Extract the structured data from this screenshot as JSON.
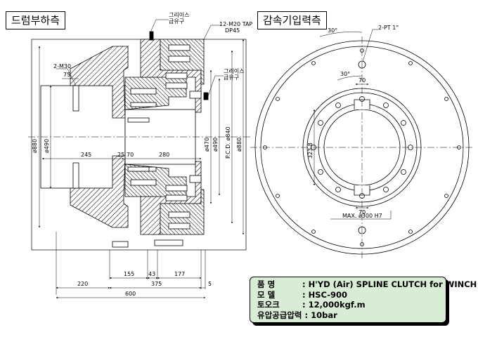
{
  "headers": {
    "left": "드럼부하측",
    "right": "감속기입력측"
  },
  "left_view": {
    "grease_top": [
      "그리이스",
      "급유구"
    ],
    "grease_mid": [
      "그리이스",
      "급유구"
    ],
    "tap_label": "12-M20 TAP",
    "dp_label": "DP45",
    "m30_label": "2-M30",
    "dim_75": "75",
    "dia_880_left": "ø880",
    "dia_490_left": "ø490",
    "dim_245": "245",
    "dim_25": "25",
    "dim_70": "70",
    "dim_280": "280",
    "dia_470": "ø470",
    "dia_490_right": "ø490",
    "pcd_label": "P.C.D. ø840",
    "dia_880_right": "ø880",
    "dim_155": "155",
    "dim_43": "43",
    "dim_177": "177",
    "dim_220": "220",
    "dim_375": "375",
    "dim_5": "5",
    "dim_600": "600"
  },
  "right_view": {
    "pt_label": "2-PT 1\"",
    "angle_outer": "30°",
    "angle_inner": "30°",
    "dim_70_top": "70",
    "dim_70_bottom": "70",
    "dim_323": "323.8",
    "bore_label": "MAX. ø300 H7"
  },
  "spec": {
    "rows": [
      {
        "key": "품   명",
        "value": "H'YD (Air) SPLINE CLUTCH for WINCH"
      },
      {
        "key": "모   델",
        "value": "HSC-900"
      },
      {
        "key": "토오크",
        "value": "12,000kgf.m"
      },
      {
        "key": "유압공급압력",
        "value": "10bar"
      }
    ]
  }
}
